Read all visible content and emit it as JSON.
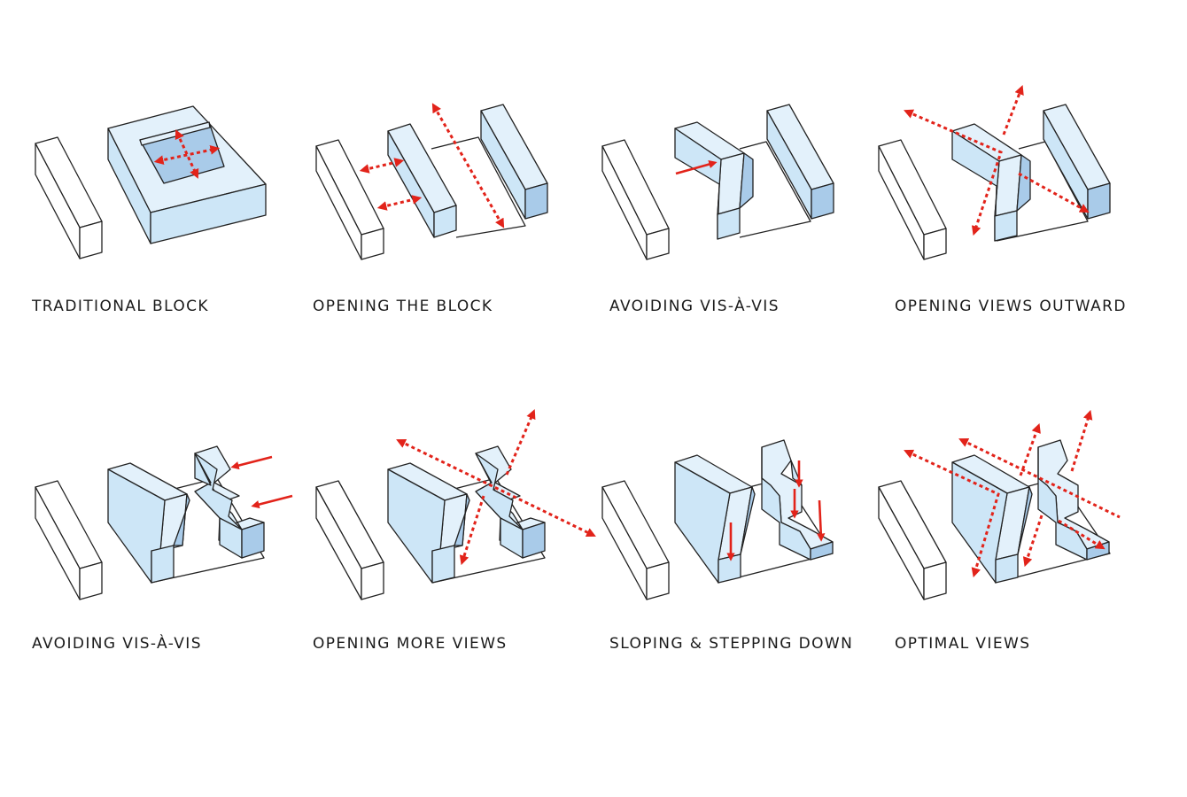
{
  "panels": [
    {
      "label": "TRADITIONAL BLOCK"
    },
    {
      "label": "OPENING THE BLOCK"
    },
    {
      "label": "AVOIDING VIS-À-VIS"
    },
    {
      "label": "OPENING VIEWS OUTWARD"
    },
    {
      "label": "AVOIDING VIS-À-VIS"
    },
    {
      "label": "OPENING MORE VIEWS"
    },
    {
      "label": "SLOPING & STEPPING DOWN"
    },
    {
      "label": "OPTIMAL VIEWS"
    }
  ],
  "colors": {
    "building_light": "#e3f1fb",
    "building_mid": "#cde6f7",
    "building_dark": "#a9cbe9",
    "outline": "#222222",
    "arrow": "#e2231a"
  }
}
